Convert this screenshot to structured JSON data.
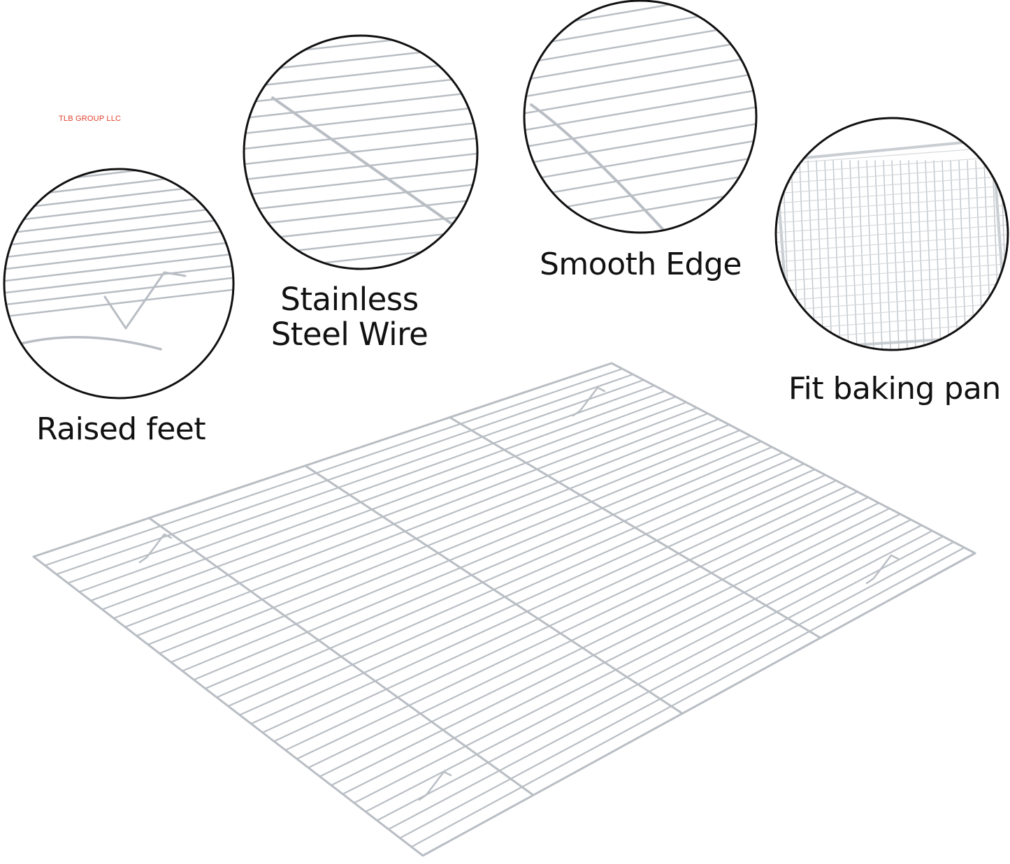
{
  "watermark": "TLB GROUP LLC",
  "callouts": {
    "raised_feet": "Raised feet",
    "stainless_line1": "Stainless",
    "stainless_line2": "Steel Wire",
    "smooth_edge": "Smooth Edge",
    "fit_baking_pan": "Fit baking pan"
  },
  "colors": {
    "background": "#ffffff",
    "wire": "#b9bec4",
    "circle_border": "#111111",
    "text": "#111111",
    "watermark": "#e0402c"
  }
}
